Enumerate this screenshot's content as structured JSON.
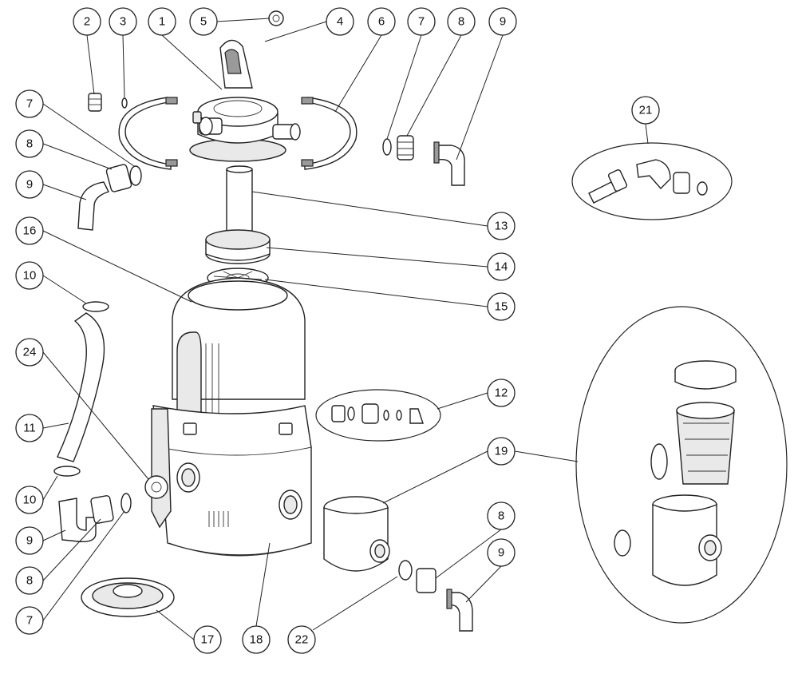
{
  "diagram": {
    "callout_labels": [
      "1",
      "2",
      "3",
      "4",
      "5",
      "6",
      "7",
      "8",
      "9",
      "10",
      "11",
      "12",
      "13",
      "14",
      "15",
      "16",
      "17",
      "18",
      "19",
      "21",
      "22",
      "24"
    ]
  }
}
